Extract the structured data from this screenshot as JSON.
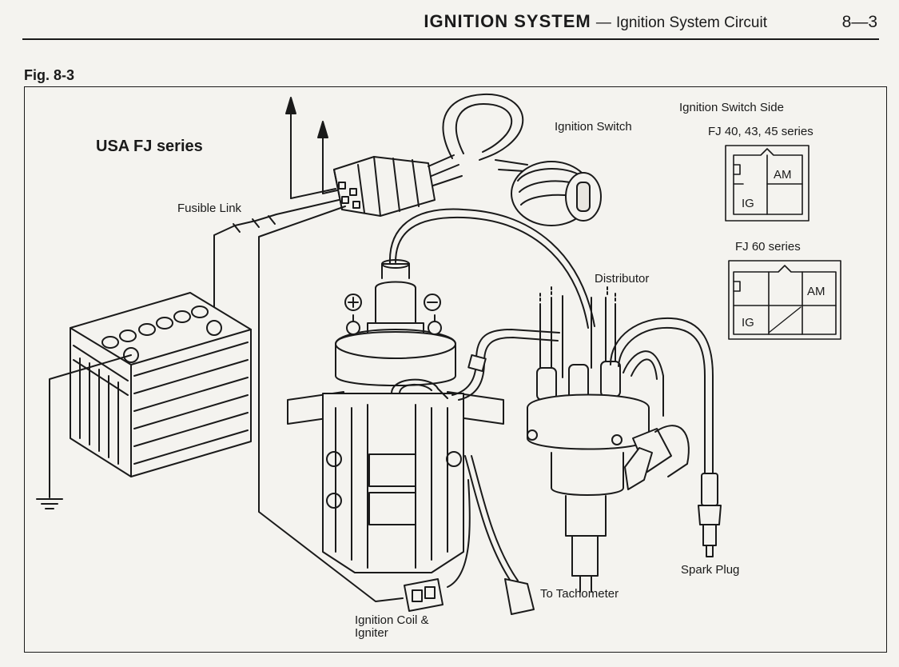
{
  "header": {
    "section": "IGNITION SYSTEM",
    "dash": "—",
    "subtitle": "Ignition System Circuit",
    "page_number": "8—3"
  },
  "figure": {
    "label": "Fig. 8-3",
    "series_title": "USA FJ series",
    "labels": {
      "fusible_link": "Fusible Link",
      "ignition_switch": "Ignition Switch",
      "distributor": "Distributor",
      "spark_plug": "Spark Plug",
      "to_tachometer": "To Tachometer",
      "ignition_coil_line1": "Ignition Coil &",
      "ignition_coil_line2": "Igniter",
      "plus": "+",
      "minus": "−"
    },
    "switch_side": {
      "heading": "Ignition Switch Side",
      "fj40": {
        "title": "FJ 40, 43, 45 series",
        "am": "AM",
        "ig": "IG"
      },
      "fj60": {
        "title": "FJ 60 series",
        "am": "AM",
        "ig": "IG"
      }
    }
  }
}
